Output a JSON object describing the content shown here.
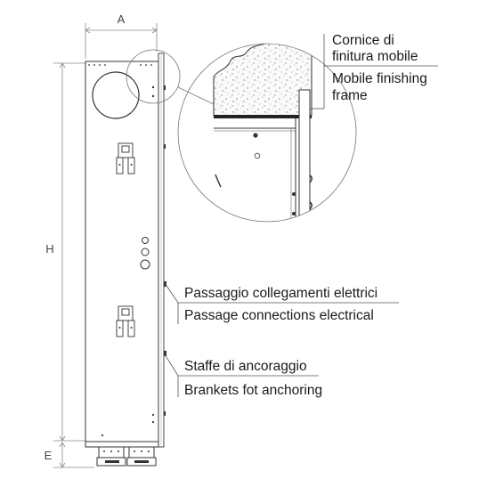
{
  "dimensions": {
    "width_label": "A",
    "height_label": "H",
    "extension_label": "E"
  },
  "callouts": {
    "frame_it": [
      "Cornice di",
      "finitura mobile"
    ],
    "frame_en": [
      "Mobile finishing",
      "frame"
    ],
    "passage_it": "Passaggio collegamenti elettrici",
    "passage_en": "Passage connections electrical",
    "brackets_it": "Staffe di ancoraggio",
    "brackets_en": "Brankets fot anchoring"
  },
  "colors": {
    "line": "#333333",
    "dim_line": "#8a8a8a",
    "leader": "#555555",
    "speckle": "#bdbdbd"
  }
}
